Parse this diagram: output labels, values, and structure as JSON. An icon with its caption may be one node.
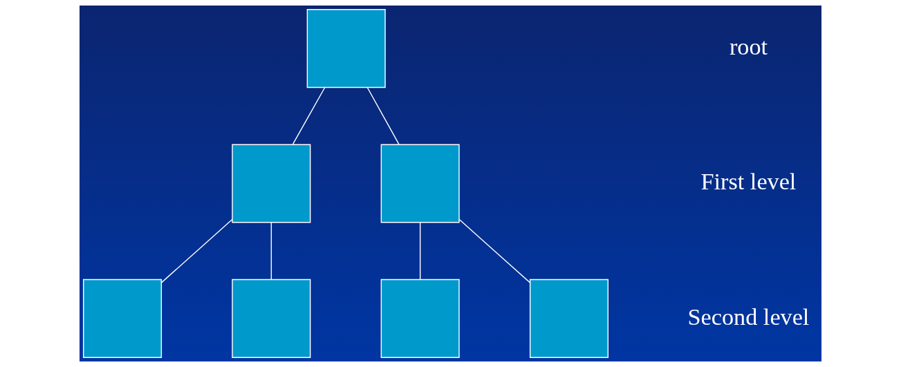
{
  "diagram": {
    "nodes": [
      {
        "text": [],
        "shape": "box"
      },
      {
        "text": [],
        "shape": "box"
      },
      {
        "text": [],
        "shape": "box"
      },
      {
        "text": [],
        "shape": "box"
      },
      {
        "text": [],
        "shape": "box"
      },
      {
        "text": [],
        "shape": "box"
      },
      {
        "text": [],
        "shape": "box"
      }
    ],
    "edges": [
      {
        "from": 0,
        "to": 1,
        "arrow": "none"
      },
      {
        "from": 0,
        "to": 2,
        "arrow": "none"
      },
      {
        "from": 1,
        "to": 3,
        "arrow": "none"
      },
      {
        "from": 1,
        "to": 4,
        "arrow": "none"
      },
      {
        "from": 2,
        "to": 5,
        "arrow": "none"
      },
      {
        "from": 2,
        "to": 6,
        "arrow": "none"
      }
    ],
    "labels": [
      "root",
      "First level",
      "Second level"
    ]
  }
}
